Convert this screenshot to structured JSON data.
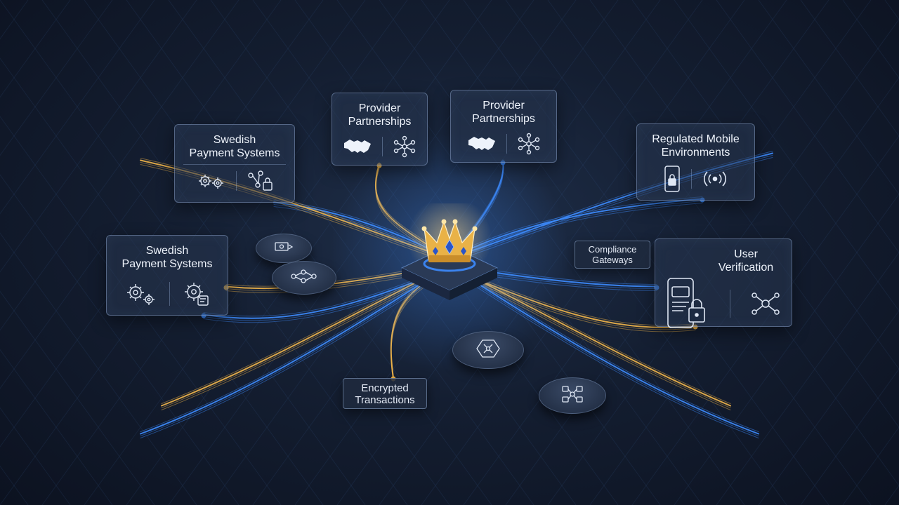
{
  "cards": {
    "swedish_top": {
      "title": "Swedish\nPayment Systems"
    },
    "provider_left": {
      "title": "Provider\nPartnerships"
    },
    "provider_right": {
      "title": "Provider\nPartnerships"
    },
    "regulated": {
      "title": "Regulated Mobile\nEnvironments"
    },
    "swedish_left": {
      "title": "Swedish\nPayment Systems"
    },
    "user_verification": {
      "title": "User\nVerification"
    }
  },
  "chips": {
    "compliance": {
      "label": "Compliance\nGateways"
    },
    "encrypted": {
      "label": "Encrypted\nTransactions"
    }
  },
  "icons": [
    "gears-icon",
    "network-lock-icon",
    "handshake-icon",
    "network-icon",
    "phone-lock-icon",
    "wireless-icon",
    "gear-doc-icon",
    "phone-doc-lock-icon",
    "crown-icon",
    "money-transfer-icon",
    "flowchart-icon",
    "hexagon-network-icon"
  ],
  "colors": {
    "gold": "#f2b64a",
    "blue": "#3d8cff",
    "background": "#141e31"
  }
}
